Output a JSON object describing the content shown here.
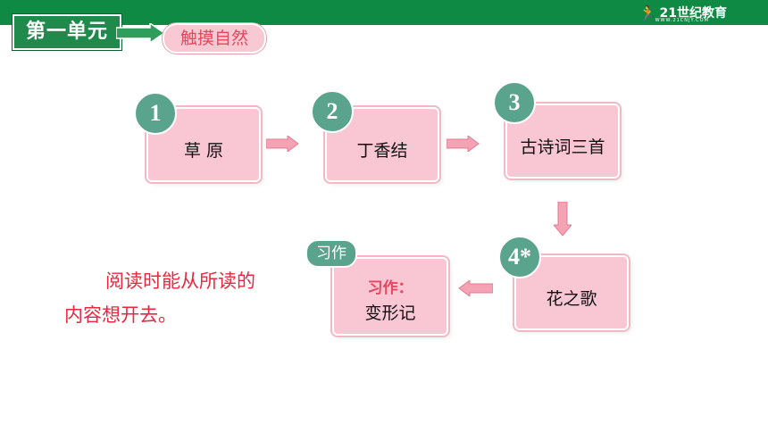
{
  "header": {
    "unit_label": "第一单元",
    "topic_label": "触摸自然",
    "logo_text": "21世纪教育",
    "logo_sub": "WWW.21CNJY.COM",
    "colors": {
      "bar": "#0e8a45",
      "accent": "#e8455e",
      "card": "#f9c6d3",
      "badge": "#5aa38c"
    }
  },
  "flow": {
    "cards": [
      {
        "badge": "1",
        "title": "草  原"
      },
      {
        "badge": "2",
        "title": "丁香结"
      },
      {
        "badge": "3",
        "title": "古诗词三首"
      },
      {
        "badge": "4*",
        "title": "花之歌"
      },
      {
        "badge": "习作",
        "label": "习作：",
        "title": "变形记"
      }
    ]
  },
  "note": {
    "line1": "阅读时能从所读的",
    "line2": "内容想开去。"
  }
}
